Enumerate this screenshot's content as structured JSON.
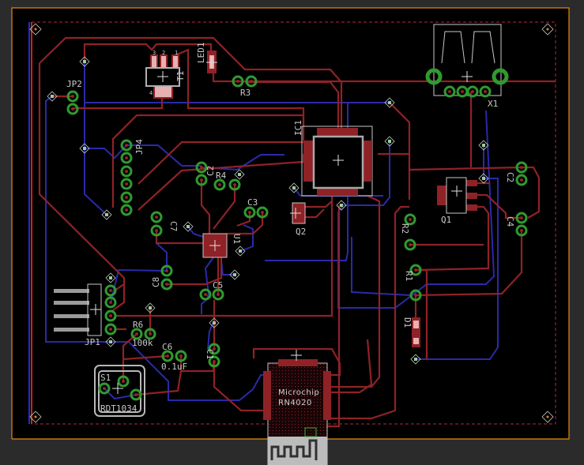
{
  "view": {
    "type": "pcb-board-layout",
    "colors": {
      "top_layer": "#8f2226",
      "bottom_layer": "#2a2aa8",
      "pad": "#2f9a2f",
      "outline": "#c8c8c8",
      "board_edge": "#e08a10",
      "background": "#000000"
    }
  },
  "components": {
    "jp2": "JP2",
    "led1": "LED1",
    "t1": "T1",
    "t1_pin3": "3",
    "t1_pin2": "2",
    "t1_pin1": "1",
    "t1_pin4": "4",
    "r3": "R3",
    "ic1": "IC1",
    "jp4": "JP4",
    "c2a": "C2",
    "r4": "R4",
    "c3": "C3",
    "q2": "Q2",
    "c7": "C7",
    "u1": "U1",
    "c8": "C8",
    "c5": "C5",
    "jp1": "JP1",
    "r6": "R6",
    "r6_value": "100k",
    "c6": "C6",
    "c6_value": "0.1uF",
    "c1": "C1",
    "s1": "S1",
    "s1_value": "RDT1034",
    "module_line1": "Microchip",
    "module_line2": "RN4020",
    "x1": "X1",
    "q1": "Q1",
    "c2b": "C2",
    "c4": "C4",
    "r2": "R2",
    "r1": "R1",
    "d1": "D1"
  }
}
